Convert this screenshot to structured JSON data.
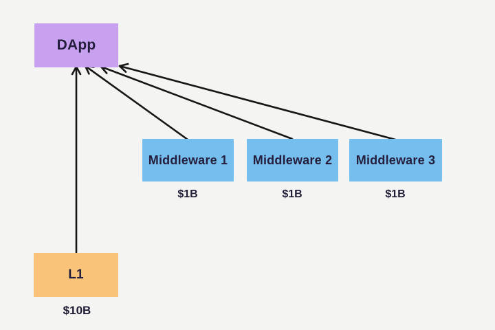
{
  "diagram": {
    "title_hint": "DApp security diagram",
    "background_color": "#f4f4f2",
    "arrow_color": "#161616",
    "text_color": "#241d3b",
    "nodes": {
      "dapp": {
        "label": "DApp",
        "color": "#c8a0f0"
      },
      "middleware1": {
        "label": "Middleware 1",
        "color": "#76beee",
        "value": "$1B"
      },
      "middleware2": {
        "label": "Middleware 2",
        "color": "#76beee",
        "value": "$1B"
      },
      "middleware3": {
        "label": "Middleware 3",
        "color": "#76beee",
        "value": "$1B"
      },
      "l1": {
        "label": "L1",
        "color": "#f9c47a",
        "value": "$10B"
      }
    },
    "edges": [
      {
        "from": "l1",
        "to": "dapp"
      },
      {
        "from": "middleware1",
        "to": "dapp"
      },
      {
        "from": "middleware2",
        "to": "dapp"
      },
      {
        "from": "middleware3",
        "to": "dapp"
      }
    ]
  }
}
